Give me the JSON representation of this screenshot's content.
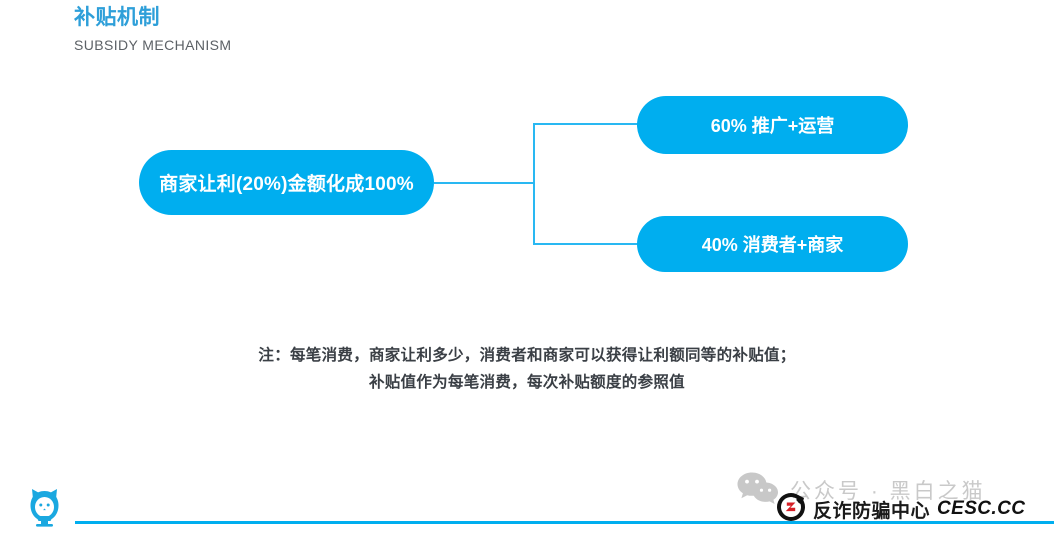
{
  "header": {
    "title": "补贴机制",
    "subtitle": "SUBSIDY MECHANISM",
    "title_color": "#2e9fd9",
    "subtitle_color": "#5c6166"
  },
  "diagram": {
    "accent_color": "#00aeef",
    "connector_color": "#29b8f2",
    "source_node": {
      "label": "商家让利(20%)金额化成100%",
      "name": "source-node"
    },
    "branches": [
      {
        "label": "60% 推广+运营",
        "name": "branch-node-promotion",
        "percent": "60%"
      },
      {
        "label": "40% 消费者+商家",
        "name": "branch-node-consumer",
        "percent": "40%"
      }
    ]
  },
  "note": {
    "line1": "注：每笔消费，商家让利多少，消费者和商家可以获得让利额同等的补贴值；",
    "line2": "补贴值作为每笔消费，每次补贴额度的参照值"
  },
  "footer": {
    "rule_color": "#00aeef",
    "logo_icon": "cat-logo-icon"
  },
  "watermarks": {
    "wechat_icon": "wechat-icon",
    "wechat_text": "公众号 · 黑白之猫",
    "center_logo_icon": "cesc-circle-logo-icon",
    "center_text_cn": "反诈防骗中心",
    "center_text_domain": "CESC.CC"
  }
}
